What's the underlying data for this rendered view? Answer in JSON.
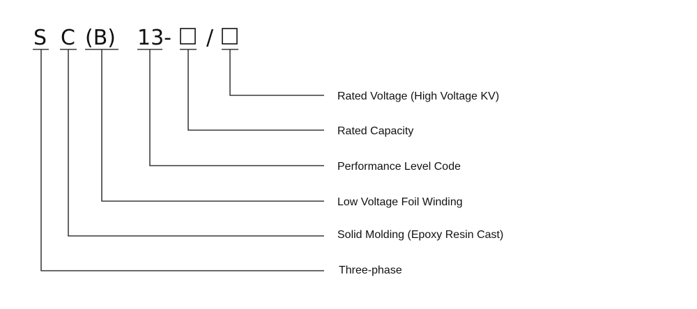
{
  "code": {
    "s": "S",
    "c": "C",
    "b": "(B)",
    "level": "13-",
    "slash": "/"
  },
  "labels": {
    "rated_voltage": "Rated Voltage (High Voltage KV)",
    "rated_capacity": "Rated Capacity",
    "performance_level": "Performance Level Code",
    "low_voltage_foil": "Low Voltage Foil Winding",
    "solid_molding": "Solid Molding (Epoxy Resin Cast)",
    "three_phase": "Three-phase"
  },
  "icons": {
    "placeholder": "empty-square-placeholder-icon"
  }
}
